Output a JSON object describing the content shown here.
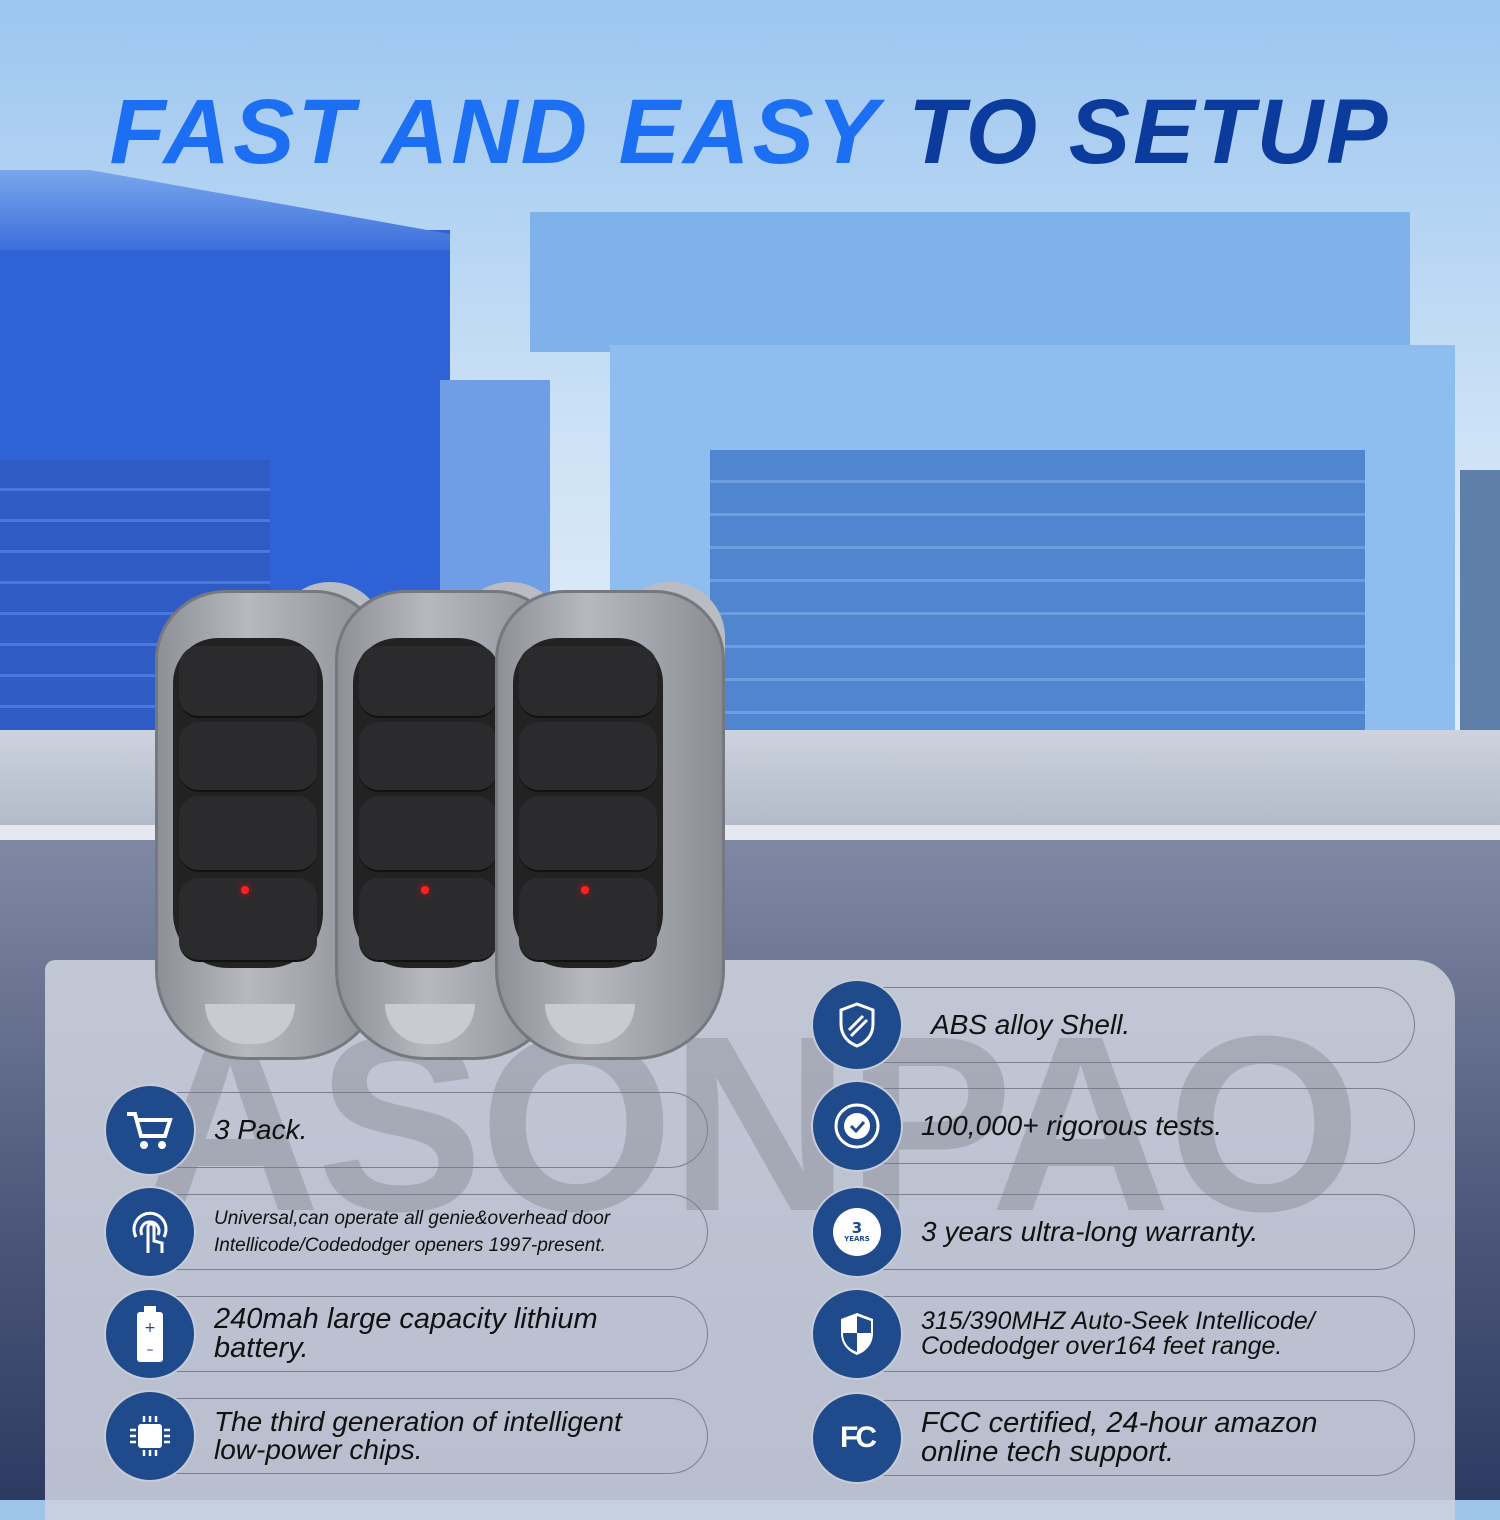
{
  "title": {
    "part1": "FAST AND EASY",
    "part2": "TO SETUP"
  },
  "watermark": "ASONPAO",
  "colors": {
    "title_light": "#1c6ff2",
    "title_dark": "#0b3b9c",
    "icon_circle": "#1f4a8c",
    "led": "#ff2222"
  },
  "features_left": [
    {
      "icon": "shopping-cart-icon",
      "text": "3 Pack."
    },
    {
      "icon": "touch-finger-icon",
      "line1": "Universal,can operate all genie&overhead door",
      "line2": "Intellicode/Codedodger openers 1997-present."
    },
    {
      "icon": "battery-icon",
      "line1": "240mah large capacity lithium",
      "line2": "battery."
    },
    {
      "icon": "chip-icon",
      "line1": "The third generation of intelligent",
      "line2": "low-power chips."
    }
  ],
  "features_right": [
    {
      "icon": "shield-stripes-icon",
      "text": "ABS alloy Shell."
    },
    {
      "icon": "check-badge-icon",
      "text": "100,000+ rigorous tests."
    },
    {
      "icon": "warranty-badge-icon",
      "badge_num": "3",
      "badge_label": "YEARS",
      "text": "3 years ultra-long warranty."
    },
    {
      "icon": "shield-icon",
      "line1": "315/390MHZ Auto-Seek  Intellicode/",
      "line2": "Codedodger over164 feet range."
    },
    {
      "icon": "fcc-icon",
      "badge": "FC",
      "line1": "FCC certified, 24-hour amazon",
      "line2": "online tech support."
    }
  ]
}
